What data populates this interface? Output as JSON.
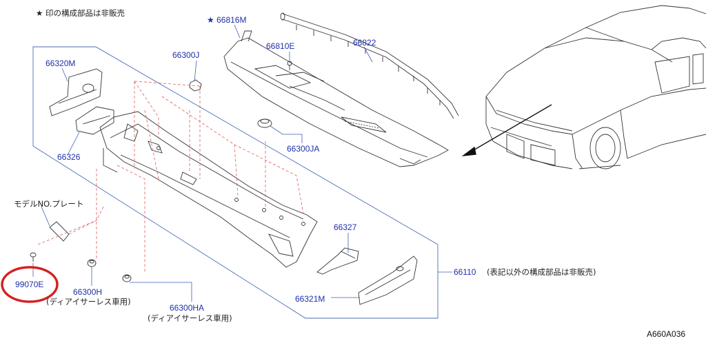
{
  "header_note": "★ 印の構成部品は非販売",
  "parts": {
    "p66816M": "★ 66816M",
    "p66822": "66822",
    "p66810E": "66810E",
    "p66300J": "66300J",
    "p66320M": "66320M",
    "p66326": "66326",
    "p66300JA": "66300JA",
    "p66327": "66327",
    "p66110": "66110",
    "p66321M": "66321M",
    "p99070E": "99070E",
    "p66300H": "66300H",
    "p66300HA": "66300HA"
  },
  "notes": {
    "model_plate": "モデルNO.プレート",
    "assembly_note": "(表記以外の構成部品は非販売)",
    "dealer_option_1": "(ディアイサーレス車用)",
    "dealer_option_2": "(ディアイサーレス車用)"
  },
  "diagram_code": "A660A036",
  "colors": {
    "label": "#1f2fa8",
    "highlight": "#d42020",
    "leader": "#3c5fb5",
    "hidden_line": "#e05a5a"
  }
}
